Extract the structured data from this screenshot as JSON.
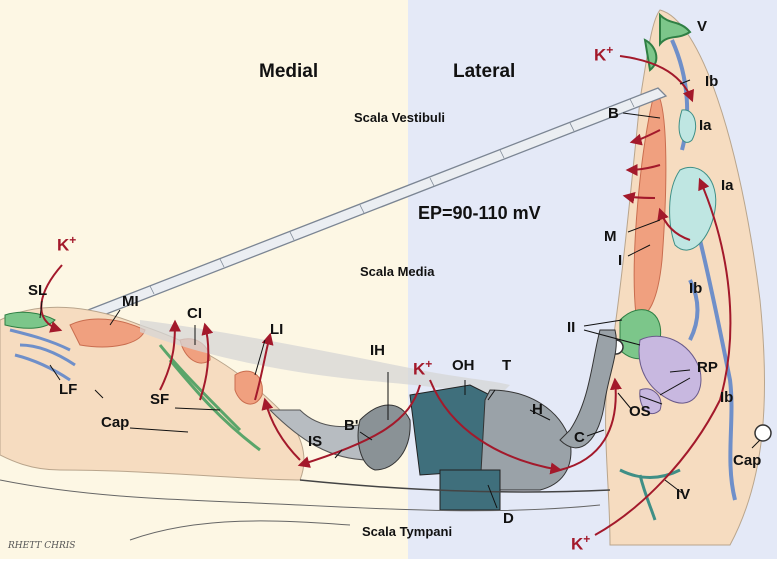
{
  "regions": {
    "medial": "Medial",
    "lateral": "Lateral"
  },
  "spaces": {
    "vestibuli": "Scala Vestibuli",
    "media": "Scala Media",
    "tympani": "Scala Tympani"
  },
  "potential": "EP=90-110 mV",
  "ion": "K",
  "ion_charge": "+",
  "labels": {
    "V": "V",
    "Ib": "Ib",
    "Ia": "Ia",
    "B": "B",
    "M": "M",
    "I": "I",
    "II": "II",
    "RP": "RP",
    "OS": "OS",
    "C": "C",
    "H": "H",
    "T": "T",
    "OH": "OH",
    "IH": "IH",
    "B2": "B'",
    "IS": "IS",
    "D": "D",
    "IV": "IV",
    "Cap": "Cap",
    "SL": "SL",
    "MI": "MI",
    "CI": "CI",
    "LI": "LI",
    "SF": "SF",
    "LF": "LF"
  },
  "signature": "RHETT CHRIS",
  "colors": {
    "medial_bg": "#fdf7e4",
    "lateral_bg": "#e4e9f7",
    "tissue": "#f6dcc0",
    "fibrocyte_blue": "#6f8fc9",
    "fibrocyte_green": "#5aa56a",
    "fibrocyte_red": "#e58a6a",
    "arrow": "#a3192b",
    "cell_gray": "#8a9296",
    "cell_teal": "#3f6f7c",
    "membrane": "#c9c9c9"
  }
}
